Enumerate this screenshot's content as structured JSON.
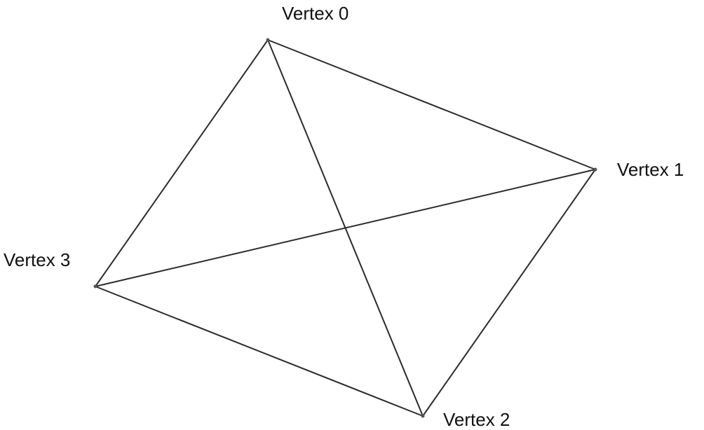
{
  "diagram": {
    "vertices": [
      {
        "id": 0,
        "label": "Vertex 0"
      },
      {
        "id": 1,
        "label": "Vertex 1"
      },
      {
        "id": 2,
        "label": "Vertex 2"
      },
      {
        "id": 3,
        "label": "Vertex 3"
      }
    ],
    "edges": [
      {
        "from": 0,
        "to": 1
      },
      {
        "from": 1,
        "to": 2
      },
      {
        "from": 2,
        "to": 3
      },
      {
        "from": 3,
        "to": 0
      },
      {
        "from": 0,
        "to": 2
      },
      {
        "from": 1,
        "to": 3
      }
    ],
    "colors": {
      "edge": "#2b2b2b",
      "vertex": "#555555",
      "label": "#111111",
      "background": "#ffffff"
    }
  }
}
